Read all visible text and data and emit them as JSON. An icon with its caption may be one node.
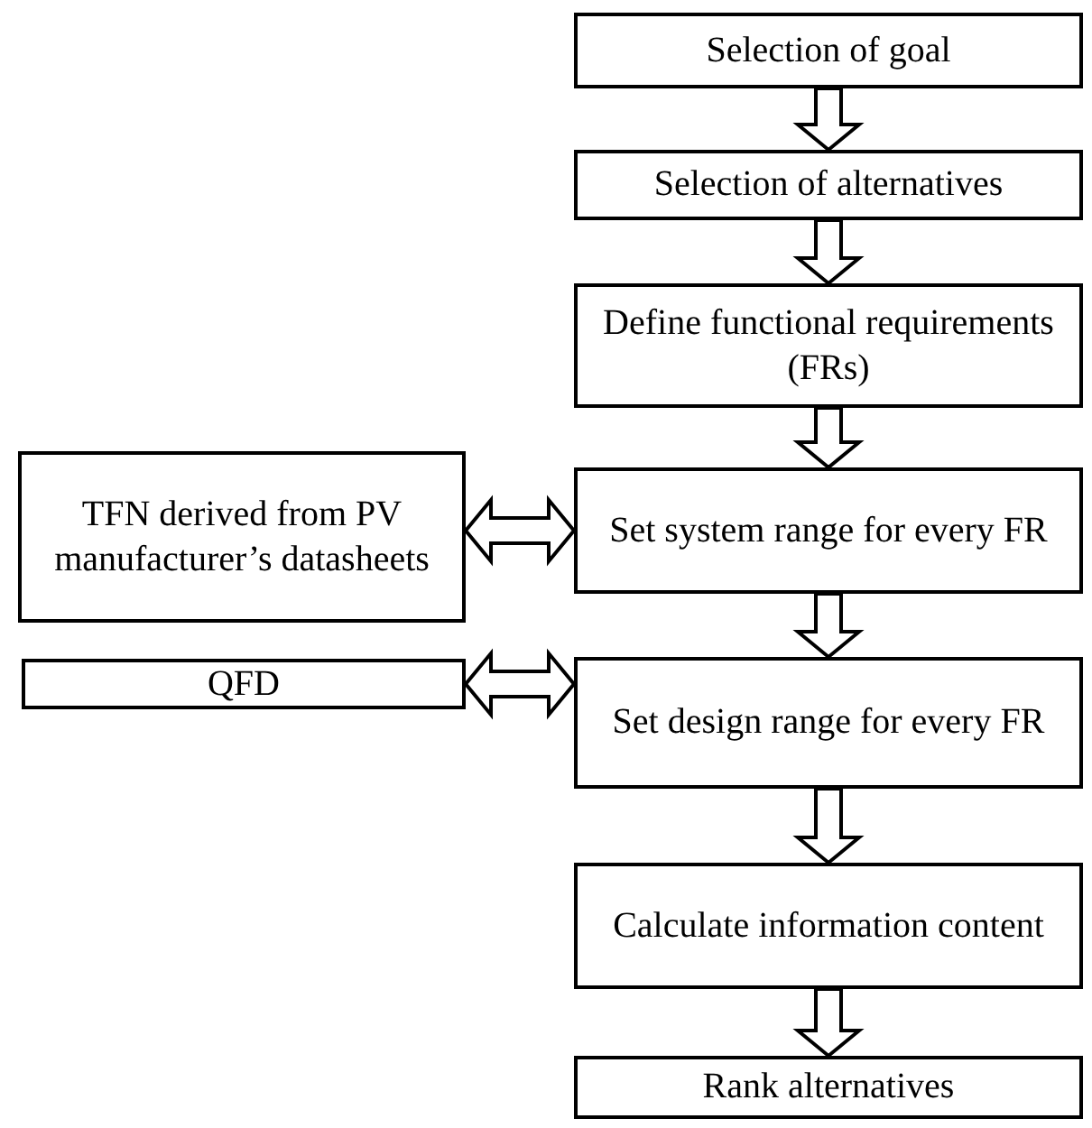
{
  "diagram": {
    "nodes": [
      {
        "text": [
          "Selection of goal"
        ]
      },
      {
        "text": [
          "Selection of alternatives"
        ]
      },
      {
        "text": [
          "Define functional requirements (FRs)"
        ]
      },
      {
        "text": [
          "TFN derived from PV manufacturer’s datasheets"
        ]
      },
      {
        "text": [
          "Set system range for every FR"
        ]
      },
      {
        "text": [
          "QFD"
        ]
      },
      {
        "text": [
          "Set design range for every FR"
        ]
      },
      {
        "text": [
          "Calculate information content"
        ]
      },
      {
        "text": [
          "Rank alternatives"
        ]
      }
    ],
    "edges": [
      {
        "from": 0,
        "to": 1,
        "arrow": "to"
      },
      {
        "from": 1,
        "to": 2,
        "arrow": "to"
      },
      {
        "from": 2,
        "to": 4,
        "arrow": "to"
      },
      {
        "from": 3,
        "to": 4,
        "arrow": "both"
      },
      {
        "from": 4,
        "to": 6,
        "arrow": "to"
      },
      {
        "from": 5,
        "to": 6,
        "arrow": "both"
      },
      {
        "from": 6,
        "to": 7,
        "arrow": "to"
      },
      {
        "from": 7,
        "to": 8,
        "arrow": "to"
      }
    ]
  }
}
